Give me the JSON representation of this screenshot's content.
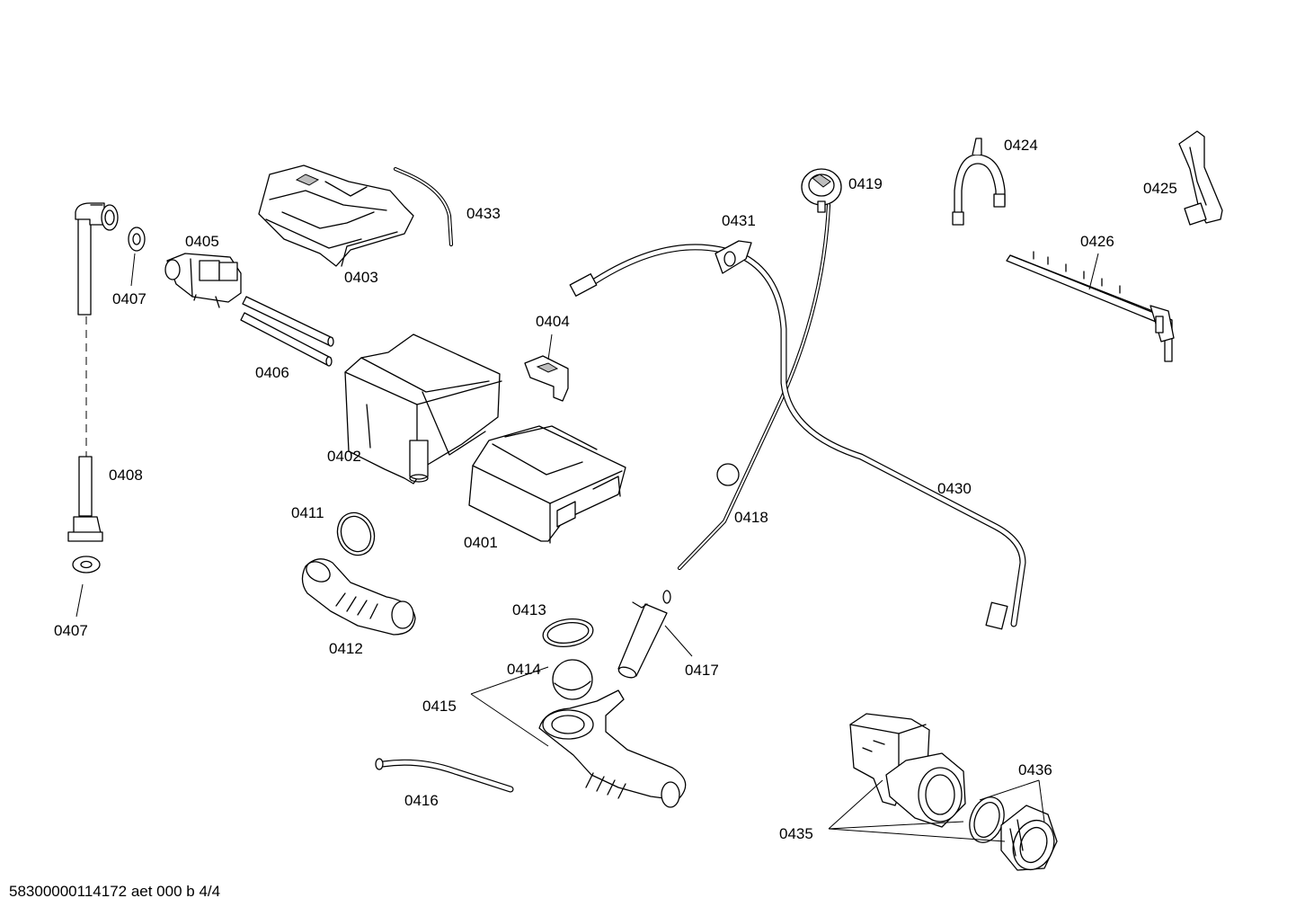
{
  "labels": {
    "p0401": "0401",
    "p0402": "0402",
    "p0403": "0403",
    "p0404": "0404",
    "p0405": "0405",
    "p0406": "0406",
    "p0407a": "0407",
    "p0407b": "0407",
    "p0408": "0408",
    "p0411": "0411",
    "p0412": "0412",
    "p0413": "0413",
    "p0414": "0414",
    "p0415": "0415",
    "p0416": "0416",
    "p0417": "0417",
    "p0418": "0418",
    "p0419": "0419",
    "p0424": "0424",
    "p0425": "0425",
    "p0426": "0426",
    "p0430": "0430",
    "p0431": "0431",
    "p0433": "0433",
    "p0435": "0435",
    "p0436": "0436"
  },
  "footer": "58300000114172 aet 000 b 4/4"
}
